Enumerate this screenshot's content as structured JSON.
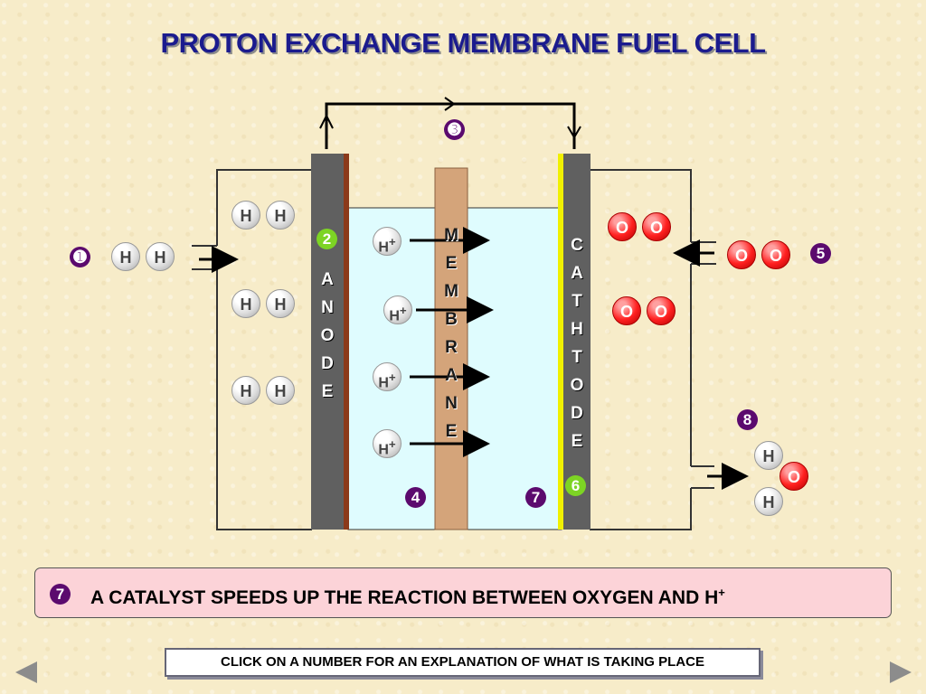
{
  "title": "PROTON EXCHANGE MEMBRANE FUEL CELL",
  "steps": {
    "s1": "➊",
    "s2": "2",
    "s3": "➌",
    "s4": "4",
    "s5": "5",
    "s6": "6",
    "s7": "7",
    "s8": "8"
  },
  "labels": {
    "anode": [
      "A",
      "N",
      "O",
      "D",
      "E"
    ],
    "membrane": [
      "M",
      "E",
      "M",
      "B",
      "R",
      "A",
      "N",
      "E"
    ],
    "cathode": [
      "C",
      "A",
      "T",
      "H",
      "T",
      "O",
      "D",
      "E"
    ]
  },
  "atoms": {
    "h": "H",
    "o": "O",
    "hplus": "H",
    "plus_sign": "+"
  },
  "info": {
    "number": "7",
    "text": "A CATALYST SPEEDS UP THE REACTION BETWEEN OXYGEN AND H",
    "sup": "+"
  },
  "instruction": "CLICK ON A NUMBER FOR AN EXPLANATION OF WHAT IS TAKING PLACE",
  "colors": {
    "title": "#1b1b8e",
    "step": "#5b0a6e",
    "step_active": "#7dd424",
    "electrode": "#606060",
    "membrane": "#d4a47a",
    "electrolyte": "#dffcfe",
    "catalyst_anode": "#8b3a1a",
    "catalyst_cathode": "#f0f000",
    "info_bg": "#fcd3d8"
  }
}
